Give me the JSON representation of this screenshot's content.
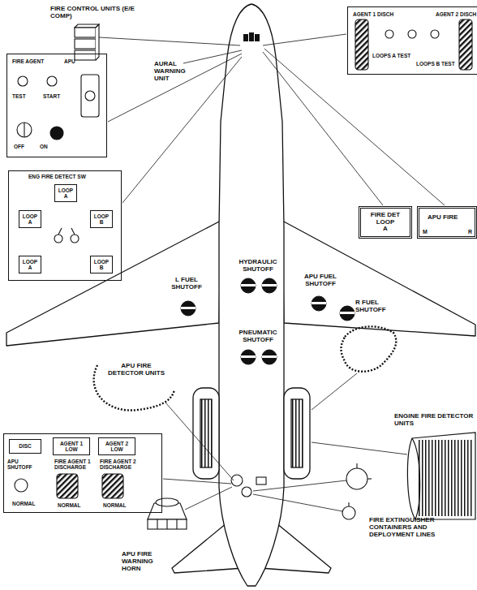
{
  "diagram": {
    "nodes": [
      {
        "text": [
          "AGENT 1 DISCH",
          "AGENT 2 DISCH",
          "LOOPS A TEST",
          "LOOPS B TEST"
        ]
      },
      {
        "text": [
          "FIRE AGENT",
          "APU",
          "TEST",
          "START",
          "OFF",
          "ON"
        ]
      },
      {
        "text": [
          "ENG FIRE DETECT SW"
        ]
      },
      {
        "text": [
          "LOOP A"
        ],
        "in": 2
      },
      {
        "text": [
          "LOOP A"
        ],
        "in": 2
      },
      {
        "text": [
          "LOOP B"
        ],
        "in": 2
      },
      {
        "text": [
          "LOOP A"
        ],
        "in": 2
      },
      {
        "text": [
          "LOOP B"
        ],
        "in": 2
      },
      {
        "text": [
          "FIRE DET LOOP",
          "A"
        ]
      },
      {
        "text": [
          "APU FIRE",
          "M",
          "R"
        ]
      },
      {
        "text": [
          "APU SHUTOFF",
          "FIRE AGENT 1 DISCHARGE",
          "FIRE AGENT 2 DISCHARGE",
          "NORMAL",
          "NORMAL",
          "NORMAL"
        ]
      },
      {
        "text": [
          "DISC"
        ],
        "in": 10
      },
      {
        "text": [
          "AGENT 1 LOW"
        ],
        "in": 10
      },
      {
        "text": [
          "AGENT 2 LOW"
        ],
        "in": 10
      }
    ],
    "labels": [
      "FIRE CONTROL UNITS (E/E COMP)",
      "AURAL WARNING UNIT",
      "HYDRAULIC SHUTOFF",
      "L FUEL SHUTOFF",
      "APU FUEL SHUTOFF",
      "R FUEL SHUTOFF",
      "PNEUMATIC SHUTOFF",
      "APU FIRE DETECTOR UNITS",
      "ENGINE FIRE DETECTOR UNITS",
      "APU FIRE WARNING HORN",
      "FIRE EXTINGUISHER CONTAINERS AND DEPLOYMENT LINES"
    ]
  }
}
